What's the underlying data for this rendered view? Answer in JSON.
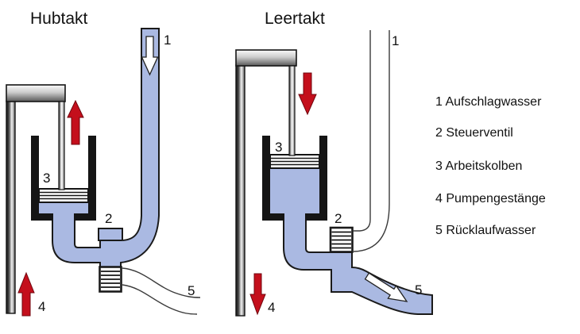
{
  "figure": {
    "hubtakt": {
      "title": "Hubtakt",
      "labels": {
        "n1": "1",
        "n2": "2",
        "n3": "3",
        "n4": "4",
        "n5": "5"
      }
    },
    "leertakt": {
      "title": "Leertakt",
      "labels": {
        "n1": "1",
        "n2": "2",
        "n3": "3",
        "n4": "4",
        "n5": "5"
      }
    },
    "legend": {
      "items": [
        "1 Aufschlagwasser",
        "2 Steuerventil",
        "3 Arbeitskolben",
        "4 Pumpengestänge",
        "5 Rücklaufwasser"
      ]
    },
    "colors": {
      "water": "#aab9e2",
      "arrow_red": "#c40f1c",
      "outline": "#1a1a1a"
    }
  }
}
